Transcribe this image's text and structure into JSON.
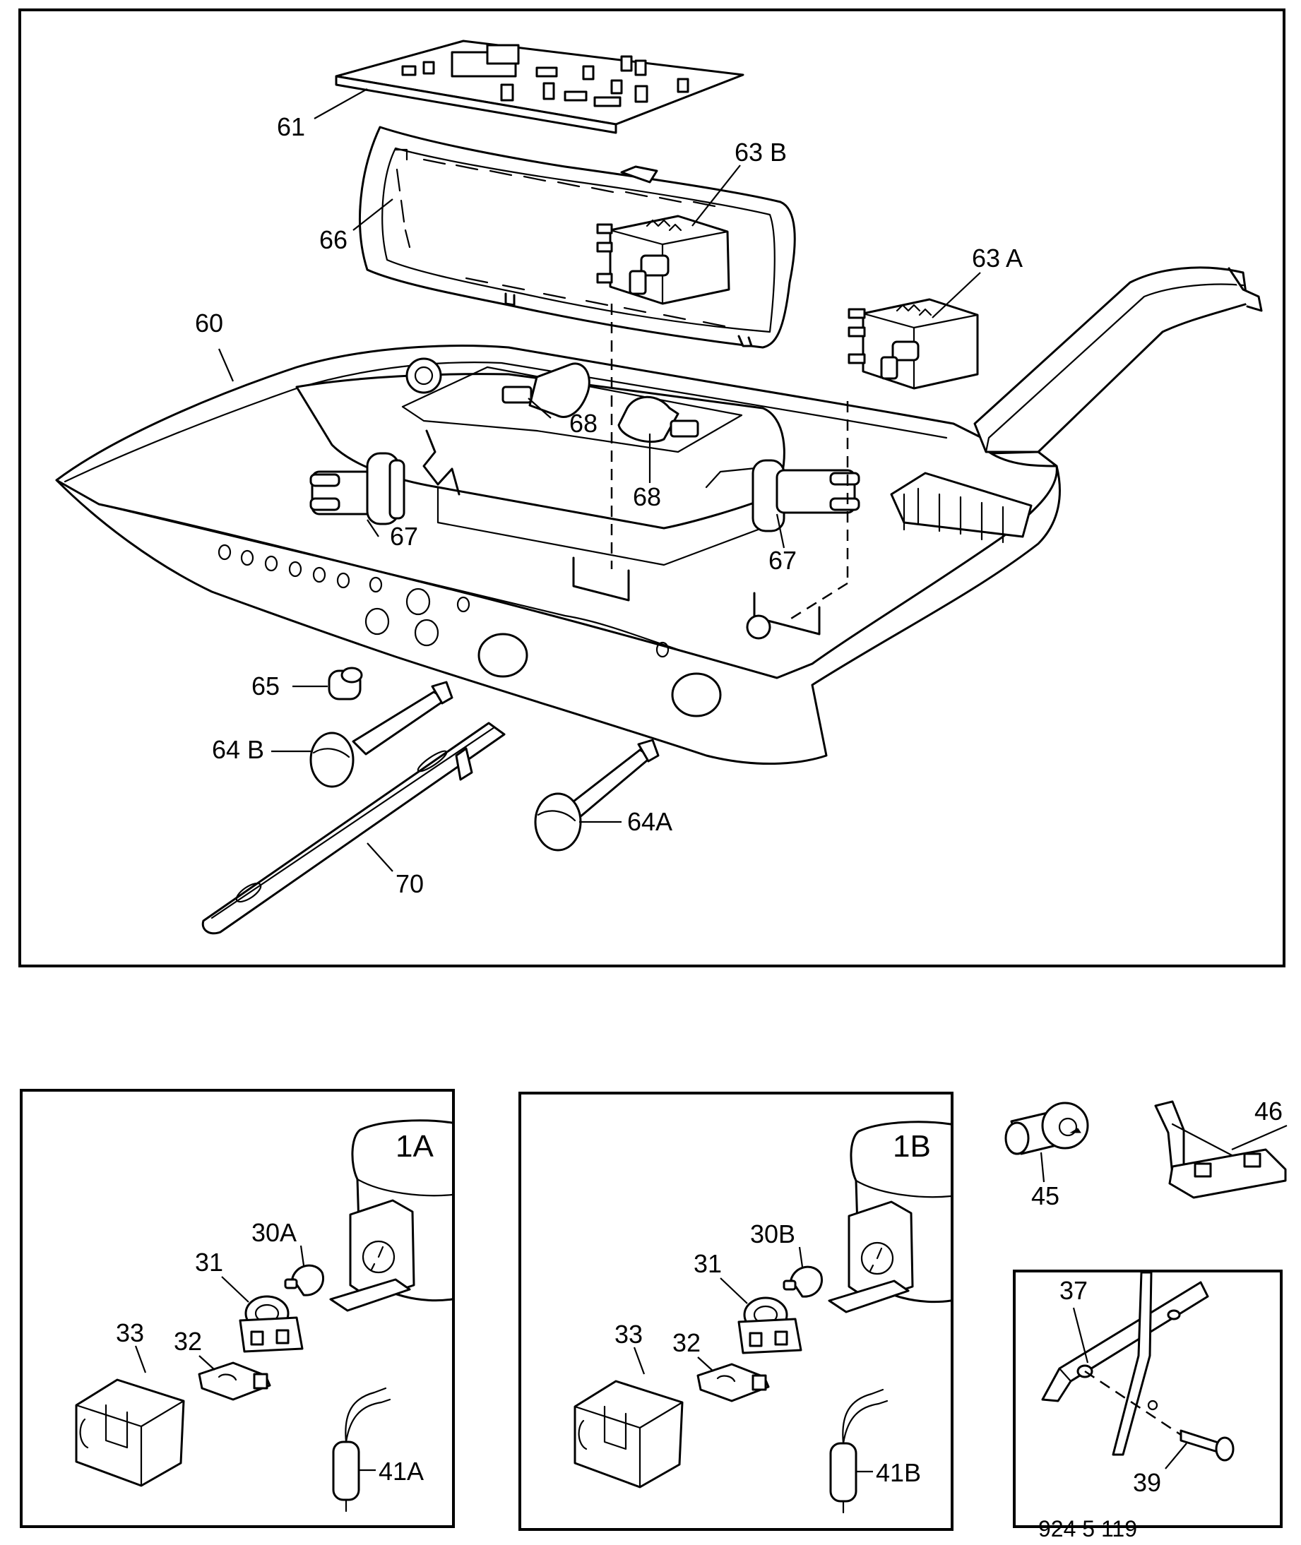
{
  "main_view": {
    "callouts": {
      "c60": "60",
      "c61": "61",
      "c63A": "63 A",
      "c63B": "63 B",
      "c64A": "64A",
      "c64B": "64 B",
      "c65": "65",
      "c66": "66",
      "c67_left": "67",
      "c67_right": "67",
      "c68_top": "68",
      "c68_bottom": "68",
      "c70": "70"
    }
  },
  "panel_1A": {
    "title": "1A",
    "callouts": {
      "c30": "30A",
      "c31": "31",
      "c32": "32",
      "c33": "33",
      "c41": "41A"
    }
  },
  "panel_1B": {
    "title": "1B",
    "callouts": {
      "c30": "30B",
      "c31": "31",
      "c32": "32",
      "c33": "33",
      "c41": "41B"
    }
  },
  "loose_parts": {
    "c45": "45",
    "c46": "46"
  },
  "detail_panel": {
    "c37": "37",
    "c39": "39"
  },
  "drawing_number": "924 5 119"
}
